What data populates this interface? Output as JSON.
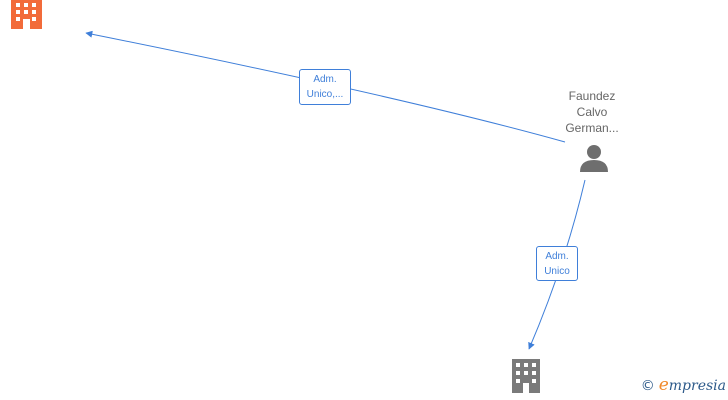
{
  "diagram": {
    "nodes": [
      {
        "id": "company-top-left",
        "type": "company",
        "color": "#f26b3a"
      },
      {
        "id": "person",
        "type": "person",
        "color": "#6e6e6e",
        "name_lines": [
          "Faundez",
          "Calvo",
          "German..."
        ]
      },
      {
        "id": "company-bottom",
        "type": "company",
        "color": "#7a7a7a"
      }
    ],
    "edges": [
      {
        "from": "person",
        "to": "company-top-left",
        "label_lines": [
          "Adm.",
          "Unico,..."
        ]
      },
      {
        "from": "person",
        "to": "company-bottom",
        "label_lines": [
          "Adm.",
          "Unico"
        ]
      }
    ],
    "edge_color": "#3f7fd9"
  },
  "watermark": {
    "copyright": "©",
    "brand_initial": "e",
    "brand_rest": "mpresia"
  }
}
